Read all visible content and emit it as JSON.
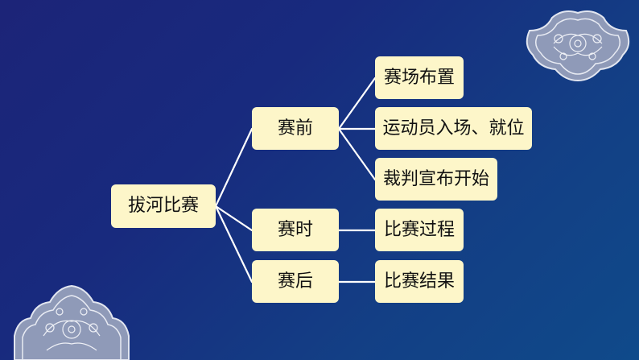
{
  "diagram": {
    "root": {
      "label": "拔河比赛"
    },
    "stages": [
      {
        "label": "赛前",
        "children": [
          "赛场布置",
          "运动员入场、就位",
          "裁判宣布开始"
        ]
      },
      {
        "label": "赛时",
        "children": [
          "比赛过程"
        ]
      },
      {
        "label": "赛后",
        "children": [
          "比赛结果"
        ]
      }
    ]
  },
  "colors": {
    "background_start": "#1c2478",
    "background_end": "#0f4a8a",
    "node_fill": "#fdf6c9",
    "connector": "#ffffff",
    "ornament": "#c9cfe0"
  }
}
